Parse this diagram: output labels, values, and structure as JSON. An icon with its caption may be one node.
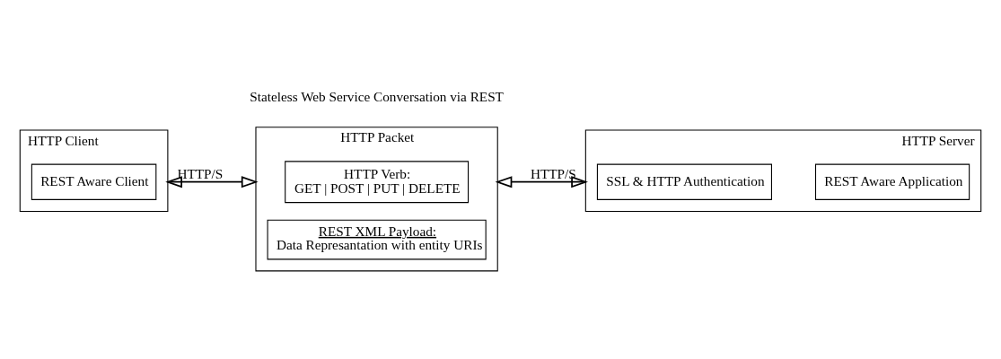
{
  "diagram": {
    "nodes": [
      {
        "text": [
          "HTTP Client"
        ]
      },
      {
        "text": [
          "REST Aware Client"
        ],
        "in": 0
      },
      {
        "text": [
          "HTTP Packet"
        ]
      },
      {
        "text": [
          "HTTP Verb:",
          "GET | POST | PUT | DELETE"
        ],
        "in": 2
      },
      {
        "text": [
          "REST XML Payload:",
          "Data Represantation with entity URIs"
        ],
        "in": 2
      },
      {
        "text": [
          "HTTP Server"
        ]
      },
      {
        "text": [
          "SSL & HTTP Authentication"
        ],
        "in": 5
      },
      {
        "text": [
          "REST Aware Application"
        ],
        "in": 5
      }
    ],
    "edges": [
      {
        "from": 0,
        "to": 2,
        "arrow": "both",
        "label": "HTTP/S"
      },
      {
        "from": 2,
        "to": 5,
        "arrow": "both",
        "label": "HTTP/S"
      }
    ],
    "labels": [
      "Stateless Web Service Conversation via REST"
    ]
  }
}
